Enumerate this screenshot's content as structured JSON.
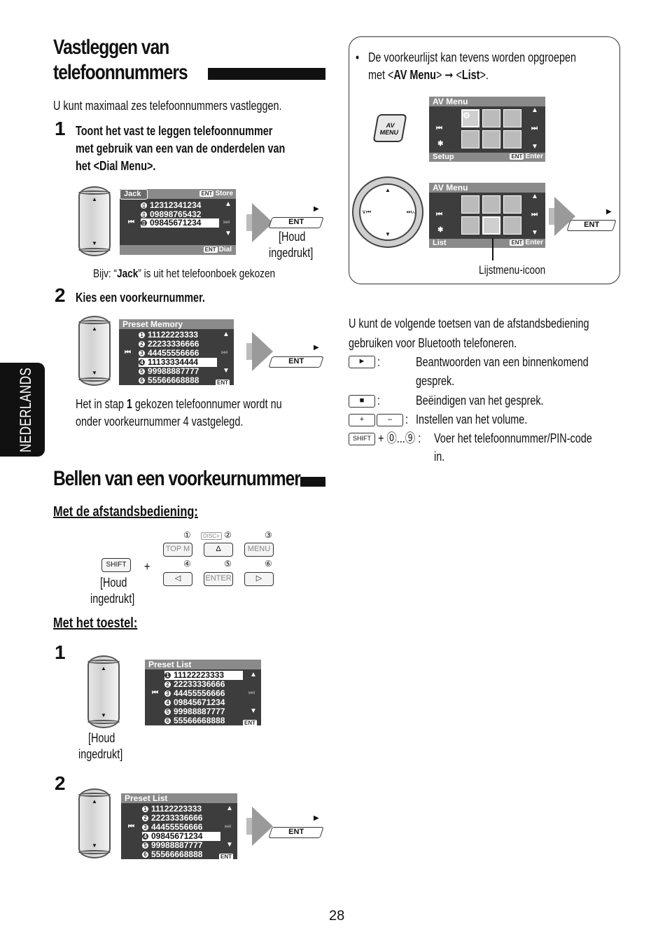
{
  "side_tab": "NEDERLANDS",
  "section1": {
    "title_line1": "Vastleggen van",
    "title_line2": "telefoonnummers",
    "intro": "U kunt maximaal zes telefoonnummers vastleggen.",
    "step1_num": "1",
    "step1_line1": "Toont het vast te leggen telefoonnummer",
    "step1_line2": "met gebruik van een van de onderdelen van",
    "step1_line3": "het <Dial Menu>.",
    "lcd1": {
      "tag": "Jack",
      "store": "Store",
      "dial": "Dial",
      "ent": "ENT",
      "rows": [
        "12312341234",
        "09898765432",
        "09845671234"
      ]
    },
    "hold_line1": "[Houd",
    "hold_line2": "ingedrukt]",
    "example_pre": "Bijv: “",
    "example_bold": "Jack",
    "example_post": "” is uit het telefoonboek gekozen",
    "step2_num": "2",
    "step2_text": "Kies een voorkeurnummer.",
    "lcd2": {
      "head": "Preset Memory",
      "rows": [
        "11122223333",
        "22233336666",
        "44455556666",
        "11133334444",
        "99988887777",
        "55566668888"
      ],
      "nums": [
        "1",
        "2",
        "3",
        "4",
        "5",
        "6"
      ]
    },
    "note_line1_pre": "Het in stap ",
    "note_line1_bold": "1",
    "note_line1_post": " gekozen telefoonnumer wordt nu",
    "note_line2": "onder voorkeurnummer 4 vastgelegd."
  },
  "ent_label": "ENT",
  "panel": {
    "bullet": "•",
    "line1": "De voorkeurlijst kan tevens worden opgroepen",
    "line2_pre": "met <",
    "line2_bold1": "AV Menu",
    "line2_mid": "> ➞ <",
    "line2_bold2": "List",
    "line2_post": ">.",
    "av_key_line1": "AV",
    "av_key_line2": "MENU",
    "lcd_a": {
      "head": "AV Menu",
      "foot_left": "Setup",
      "foot_right": "Enter"
    },
    "lcd_b": {
      "head": "AV Menu",
      "foot_left": "List",
      "foot_right": "Enter"
    },
    "caption": "Lijstmenu-icoon"
  },
  "remote_info": {
    "intro_line1": "U kunt de volgende toetsen van de afstandsbediening",
    "intro_line2": "gebruiken voor Bluetooth telefoneren.",
    "items": [
      {
        "key": "►",
        "sep": ":",
        "text1": "Beantwoorden van een binnenkomend",
        "text2": "gesprek."
      },
      {
        "key": "■",
        "sep": ":",
        "text1": "Beëindigen van het gesprek.",
        "text2": ""
      },
      {
        "key": "+",
        "key2": "–",
        "sep": ":",
        "text1": "Instellen van het volume.",
        "text2": ""
      },
      {
        "key": "SHIFT",
        "sep": "+ ⓪...⑨ :",
        "text1": "Voer het telefoonnummer/PIN-code",
        "text2": "in."
      }
    ]
  },
  "section2": {
    "title": "Bellen van een voorkeurnummer",
    "sub1": "Met de afstandsbediening:",
    "shift": "SHIFT",
    "plus": "+",
    "keys": [
      {
        "num": "①",
        "label": "TOP M",
        "extra": ""
      },
      {
        "num": "②",
        "label": "Δ",
        "extra": "DISC+"
      },
      {
        "num": "③",
        "label": "MENU",
        "extra": ""
      },
      {
        "num": "④",
        "label": "◁",
        "extra": ""
      },
      {
        "num": "⑤",
        "label": "ENTER",
        "extra": ""
      },
      {
        "num": "⑥",
        "label": "▷",
        "extra": ""
      }
    ],
    "sub2": "Met het toestel:",
    "step1_num": "1",
    "step2_num": "2",
    "lcd3": {
      "head": "Preset List",
      "rows": [
        "11122223333",
        "22233336666",
        "44455556666",
        "09845671234",
        "99988887777",
        "55566668888"
      ]
    },
    "lcd4": {
      "head": "Preset List",
      "rows": [
        "11122223333",
        "22233336666",
        "44455556666",
        "09845671234",
        "99988887777",
        "55566668888"
      ]
    }
  },
  "page_number": "28"
}
